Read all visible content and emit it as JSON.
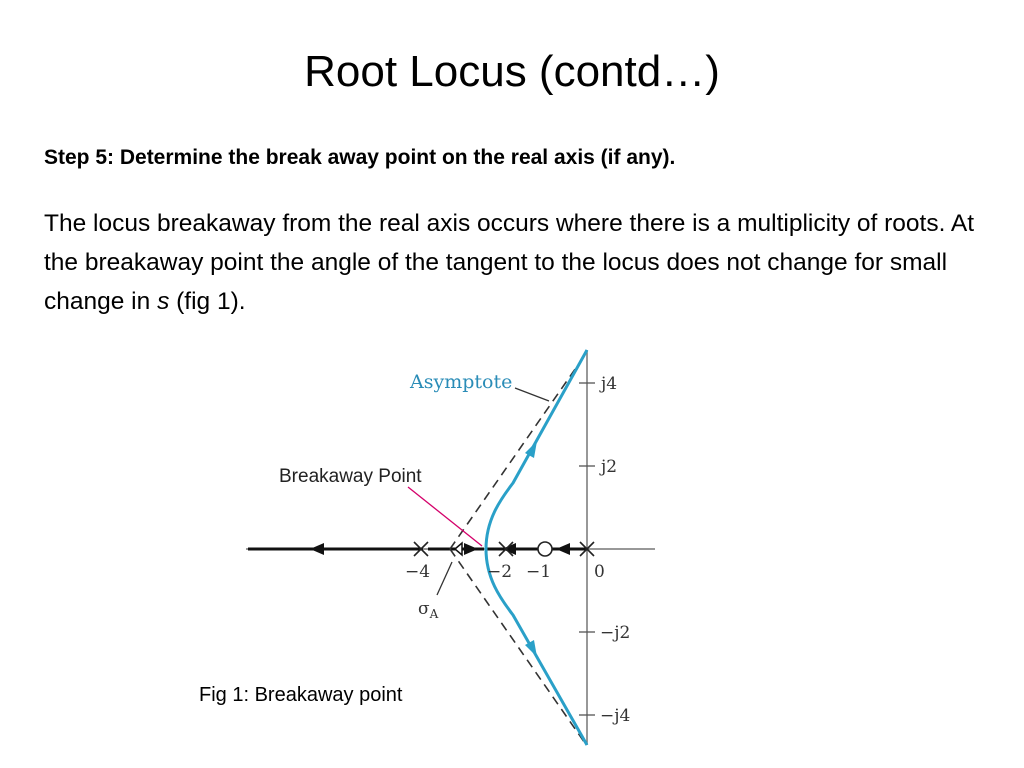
{
  "slide": {
    "title": "Root Locus (contd…)",
    "step_heading": "Step 5:  Determine the break away point on the real axis (if any).",
    "paragraph_before_var": "The locus breakaway from the real axis occurs where there is a multiplicity of roots. At the breakaway point the angle of the tangent to the locus does not change for small change in ",
    "paragraph_var": "s",
    "paragraph_after_var": " (fig 1).",
    "caption": "Fig 1: Breakaway point"
  },
  "figure": {
    "labels": {
      "asymptote": "Asymptote",
      "breakaway": "Breakaway Point",
      "sigma": "σ",
      "sigma_sub": "A"
    },
    "real_ticks": [
      "−4",
      "−2",
      "−1",
      "0"
    ],
    "imag_ticks": [
      "j4",
      "j2",
      "−j2",
      "−j4"
    ],
    "poles": [
      0,
      -2,
      -4
    ],
    "zeros": [
      -1
    ],
    "colors": {
      "locus": "#2aa0c8",
      "label_blue": "#2a8cb7",
      "pointer": "#d4006a"
    }
  }
}
